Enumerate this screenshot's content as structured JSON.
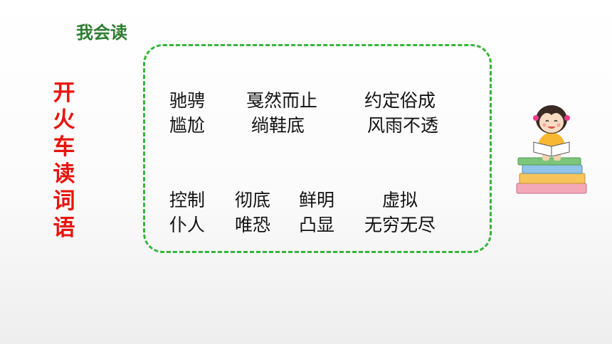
{
  "header": {
    "title": "我会读"
  },
  "side_title": {
    "chars": [
      "开",
      "火",
      "车",
      "读",
      "词",
      "语"
    ]
  },
  "group1": {
    "row1": [
      "驰骋",
      "戛然而止",
      "约定俗成"
    ],
    "row2": [
      "尴尬",
      "绱鞋底",
      "风雨不透"
    ]
  },
  "group2": {
    "row1": [
      "控制",
      "彻底",
      "鲜明",
      "虚拟"
    ],
    "row2": [
      "仆人",
      "唯恐",
      "凸显",
      "无穷无尽"
    ]
  },
  "colors": {
    "title": "#2e7d32",
    "side_title": "#e8140c",
    "frame": "#35b53a"
  },
  "illustration": {
    "icon": "girl-reading-on-books-icon"
  }
}
